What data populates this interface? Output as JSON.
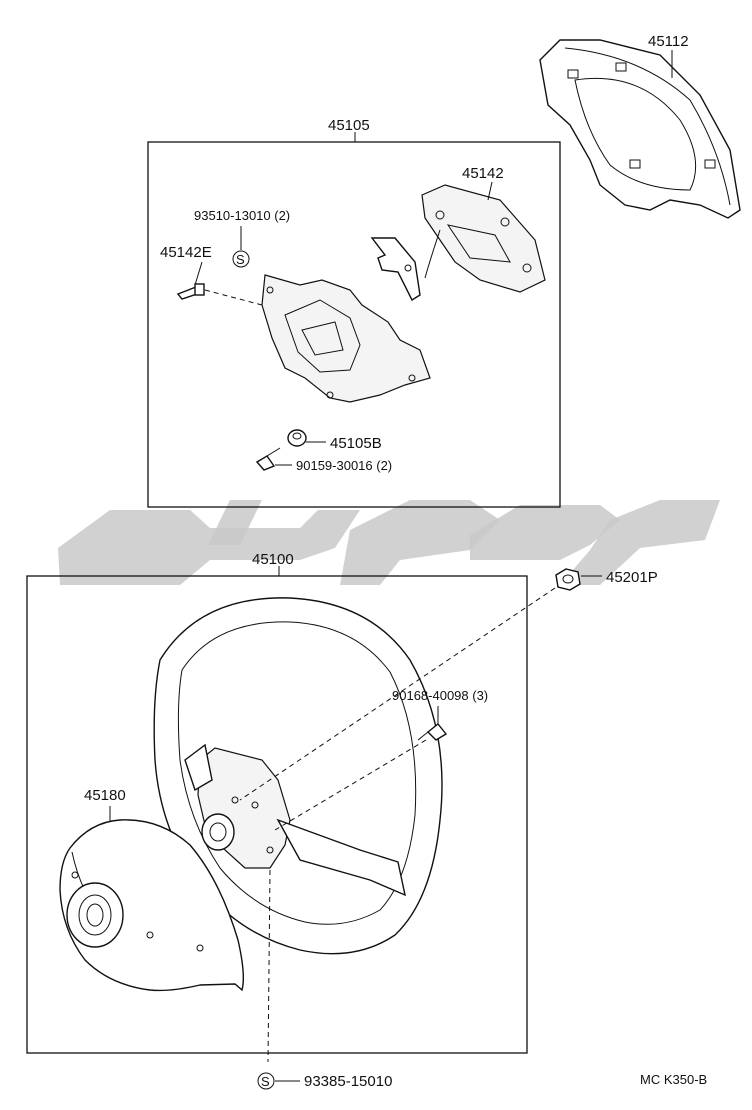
{
  "parts": {
    "p45112": "45112",
    "p45105": "45105",
    "p45142": "45142",
    "p93510": "93510-13010 (2)",
    "p45142E": "45142E",
    "p45105B": "45105B",
    "p90159": "90159-30016 (2)",
    "p45100": "45100",
    "p45201P": "45201P",
    "p90168": "90168-40098 (3)",
    "p45180": "45180",
    "p93385": "93385-15010"
  },
  "symbols": {
    "s_mark": "S"
  },
  "footer": {
    "code": "MC  K350-B"
  },
  "colors": {
    "line": "#111111",
    "watermark": "#c9c9c9",
    "background": "#ffffff"
  }
}
